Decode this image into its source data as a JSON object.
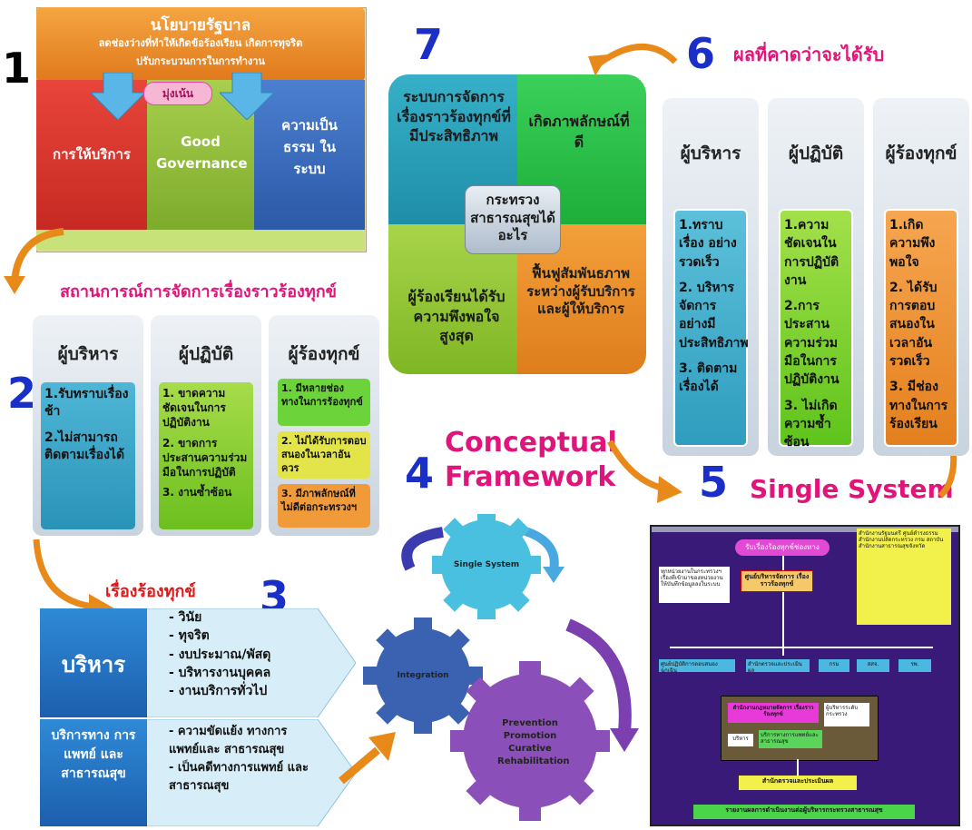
{
  "panel1": {
    "number": "1",
    "title": "นโยบายรัฐบาล",
    "subtitle_line1": "ลดช่องว่างที่ทำให้เกิดข้อร้องเรียน เกิดการทุจริต",
    "subtitle_line2": "ปรับกระบวนการในการทำงาน",
    "focus_label": "มุ่งเน้น",
    "col_service": "การให้บริการ",
    "col_good": "Good Governance",
    "col_fair": "ความเป็น ธรรม ในระบบ"
  },
  "panel2": {
    "number": "2",
    "title": "สถานการณ์การจัดการเรื่องราวร้องทุกข์",
    "cards": [
      {
        "heading": "ผู้บริหาร",
        "items": [
          "1.รับทราบเรื่องช้า",
          "2.ไม่สามารถติดตามเรื่องได้"
        ]
      },
      {
        "heading": "ผู้ปฏิบัติ",
        "items": [
          "1. ขาดความชัดเจนในการปฏิบัติงาน",
          "2. ขาดการประสานความร่วมมือในการปฏิบัติ",
          "3. งานซ้ำซ้อน"
        ]
      },
      {
        "heading": "ผู้ร้องทุกข์",
        "items": [
          "1. มีหลายช่องทางในการร้องทุกข์",
          "2. ไม่ได้รับการตอบสนองในเวลาอันควร",
          "3. มีภาพลักษณ์ที่ไม่ดีต่อกระทรวงฯ"
        ]
      }
    ]
  },
  "panel3": {
    "number": "3",
    "title": "เรื่องร้องทุกข์",
    "admin_label": "บริหาร",
    "admin_items": [
      "- วินัย",
      "- ทุจริต",
      "- งบประมาณ/พัสดุ",
      "- บริหารงานบุคคล",
      "- งานบริการทั่วไป"
    ],
    "medical_label": "บริการทาง การแพทย์ และ สาธารณสุข",
    "medical_items": [
      "- ความขัดแย้ง ทางการแพทย์และ สาธารณสุข",
      "- เป็นคดีทางการแพทย์ และสาธารณสุข"
    ]
  },
  "panel4": {
    "number": "4",
    "title_line1": "Conceptual",
    "title_line2": "Framework",
    "gear_single": "Single System",
    "gear_integration": "Integration",
    "gear_prevention": "Prevention Promotion Curative Rehabilitation"
  },
  "panel5": {
    "number": "5",
    "title": "Single System",
    "top_pill": "รับเรื่องร้องทุกข์ช่องทาง",
    "center_box": "ศูนย์บริหารจัดการ เรื่องราวร้องทุกข์",
    "left_note": "ทุกหน่วยงานในกระทรวงฯ เรื่องที่เข้ามาของหน่วยงานให้บันทึกข้อมูลลงในระบบ",
    "right_list": "สำนักงานรัฐมนตรี ศูนย์ดำรงธรรม สำนักงานปลัดกระทรวง กรม สถาบัน สำนักงานสาธารณสุขจังหวัด",
    "row_boxes": [
      "ศูนย์ปฏิบัติการตอบสนองฉุกเฉิน",
      "สำนักตรวจและประเมินผล",
      "กรม",
      "สสจ.",
      "รพ."
    ],
    "mid_box": "สำนักงานกฎหมายจัดการ เรื่องราวร้องทุกข์",
    "mid_side": "ผู้บริหารระดับกระทรวง",
    "mid_small1": "บริหาร",
    "mid_small2": "บริการทางการแพทย์และสาธารณสุข",
    "bottom_box": "สำนักตรวจและประเมินผล",
    "footer_box": "รายงานผลการดำเนินงานต่อผู้บริหารกระทรวงสาธารณสุข"
  },
  "panel6": {
    "number": "6",
    "title": "ผลที่คาดว่าจะได้รับ",
    "cards": [
      {
        "heading": "ผู้บริหาร",
        "items": [
          "1.ทราบเรื่อง อย่างรวดเร็ว",
          "2. บริหารจัดการอย่างมีประสิทธิภาพ",
          "3. ติดตามเรื่องได้"
        ]
      },
      {
        "heading": "ผู้ปฏิบัติ",
        "items": [
          "1.ความชัดเจนในการปฏิบัติงาน",
          "2.การประสานความร่วมมือในการปฏิบัติงาน",
          "3. ไม่เกิดความซ้ำซ้อน"
        ]
      },
      {
        "heading": "ผู้ร้องทุกข์",
        "items": [
          "1.เกิดความพึงพอใจ",
          "2. ได้รับการตอบสนองในเวลาอันรวดเร็ว",
          "3. มีช่องทางในการร้องเรียน"
        ]
      }
    ]
  },
  "panel7": {
    "number": "7",
    "tl": "ระบบการจัดการเรื่องราวร้องทุกข์ที่มีประสิทธิภาพ",
    "tr": "เกิดภาพลักษณ์ที่ดี",
    "bl": "ผู้ร้องเรียนได้รับความพึงพอใจสูงสุด",
    "br": "ฟื้นฟูสัมพันธภาพระหว่างผู้รับบริการและผู้ให้บริการ",
    "center": "กระทรวงสาธารณสุขได้อะไร"
  },
  "colors": {
    "number_blue": "#1a2fc8",
    "title_magenta": "#e0147a",
    "arrow_orange": "#e88a1a"
  }
}
